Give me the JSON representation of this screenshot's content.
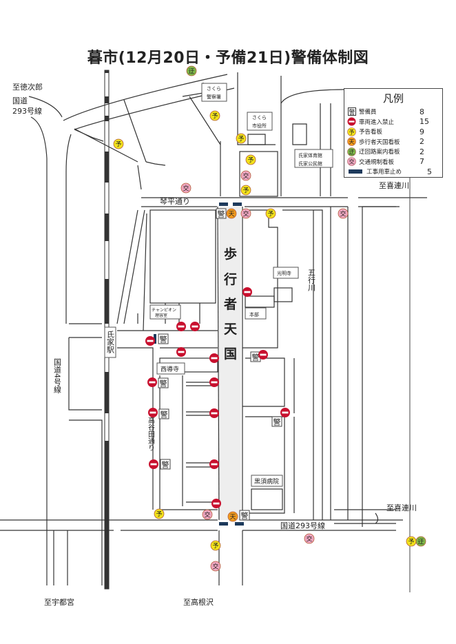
{
  "title": "暮市(12月20日・予備21日)警備体制図",
  "legend": {
    "title": "凡例",
    "items": [
      {
        "icon": "guard-icon",
        "symbol": "警",
        "label": "警備員",
        "count": "8"
      },
      {
        "icon": "no-entry-icon",
        "symbol": "",
        "label": "車両進入禁止",
        "count": "15"
      },
      {
        "icon": "notice-sign-icon",
        "symbol": "予",
        "label": "予告看板",
        "count": "9"
      },
      {
        "icon": "pedestrian-sign-icon",
        "symbol": "天",
        "label": "歩行者天国看板",
        "count": "2"
      },
      {
        "icon": "detour-sign-icon",
        "symbol": "迂",
        "label": "迂回路案内看板",
        "count": "2"
      },
      {
        "icon": "traffic-reg-sign-icon",
        "symbol": "交",
        "label": "交通規制看板",
        "count": "7"
      },
      {
        "icon": "barrier-icon",
        "symbol": "",
        "label": "工事用車止め",
        "count": "5"
      }
    ]
  },
  "colors": {
    "guard": "#ffffff",
    "no_entry": "#c8102e",
    "notice": "#f2e21b",
    "pedestrian": "#f29b1d",
    "detour": "#7fb84a",
    "traffic_reg": "#f0a6c0",
    "barrier": "#1d3a5c"
  },
  "labels": {
    "to_tokujiro": "至徳次郎",
    "route293_nw_1": "国道",
    "route293_nw_2": "293号線",
    "police_1": "さくら",
    "police_2": "警察署",
    "cityhall_1": "さくら",
    "cityhall_2": "市役所",
    "gym_1": "氏家体育館",
    "gym_2": "氏家公民館",
    "to_kitsuregawa_n": "至喜連川",
    "kotohira": "琴平通り",
    "komyoji": "光明寺",
    "gogyo": "五行川",
    "honbu": "本部",
    "champion_1": "チャンピオン",
    "champion_2": "理容室",
    "station": "氏家駅",
    "saidoji": "西導寺",
    "route4": "国道4号線",
    "takayada": "高谷田通り",
    "hospital": "黒須病院",
    "route293_s": "国道293号線",
    "to_kitsuregawa_s": "至喜連川",
    "to_utsunomiya": "至宇都宮",
    "to_takanezawa": "至高根沢",
    "hokoten": [
      "歩",
      "行",
      "者",
      "天",
      "国"
    ]
  }
}
